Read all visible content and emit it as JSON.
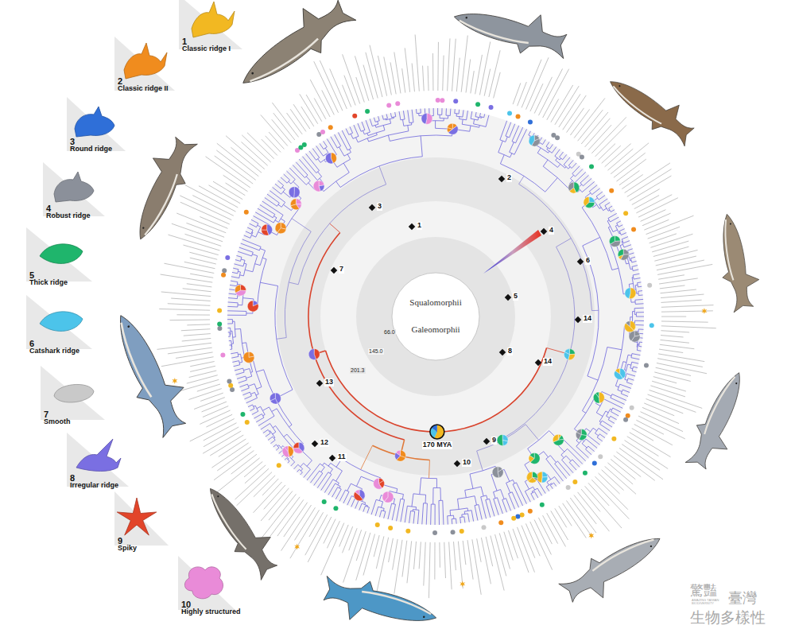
{
  "diagram": {
    "labels": [
      "1",
      "2",
      "3",
      "4",
      "5",
      "6",
      "7",
      "8",
      "9",
      "10",
      "Squalomorphii",
      "Galeomorphii",
      "170 MYA",
      "1",
      "2",
      "3",
      "4",
      "5",
      "6",
      "7",
      "8",
      "9",
      "10",
      "11",
      "12",
      "13",
      "14",
      "14",
      "66.0",
      "145.0",
      "201.3",
      "驚豔",
      "臺灣",
      "AMAZING TAIWAN BIODIVERSITY",
      "生物多樣性"
    ],
    "legend": [
      {
        "text": "Classic ridge I",
        "color": "#f2b822"
      },
      {
        "text": "Classic ridge II",
        "color": "#f08c1e"
      },
      {
        "text": "Round ridge",
        "color": "#2f6fd8"
      },
      {
        "text": "Robust ridge",
        "color": "#8b909a"
      },
      {
        "text": "Thick ridge",
        "color": "#1fb56c"
      },
      {
        "text": "Catshark ridge",
        "color": "#4cc4ea"
      },
      {
        "text": "Smooth",
        "color": "#c9c9c9"
      },
      {
        "text": "Irregular ridge",
        "color": "#7a6fe2"
      },
      {
        "text": "Spiky",
        "color": "#e2452a"
      },
      {
        "text": "Highly structured",
        "color": "#e98bd8"
      }
    ]
  }
}
